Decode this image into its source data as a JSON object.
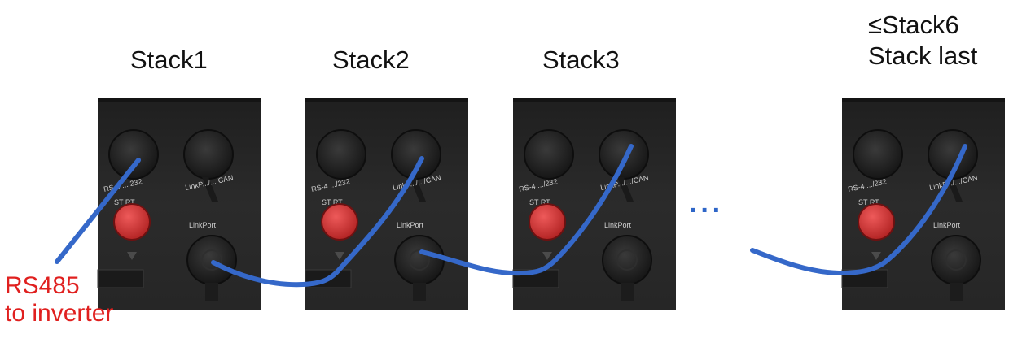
{
  "stacks": [
    {
      "id": "stack1",
      "label_lines": [
        "Stack1"
      ]
    },
    {
      "id": "stack2",
      "label_lines": [
        "Stack2"
      ]
    },
    {
      "id": "stack3",
      "label_lines": [
        "Stack3"
      ]
    },
    {
      "id": "stack-last",
      "label_lines": [
        "≤Stack6",
        "Stack last"
      ]
    }
  ],
  "inverter_label": {
    "line1": "RS485",
    "line2": "to inverter"
  },
  "continuation": "···",
  "colors": {
    "cable": "#3568c9",
    "label_red": "#e0201f",
    "panel": "#252525",
    "button_red": "#d63a3a"
  }
}
